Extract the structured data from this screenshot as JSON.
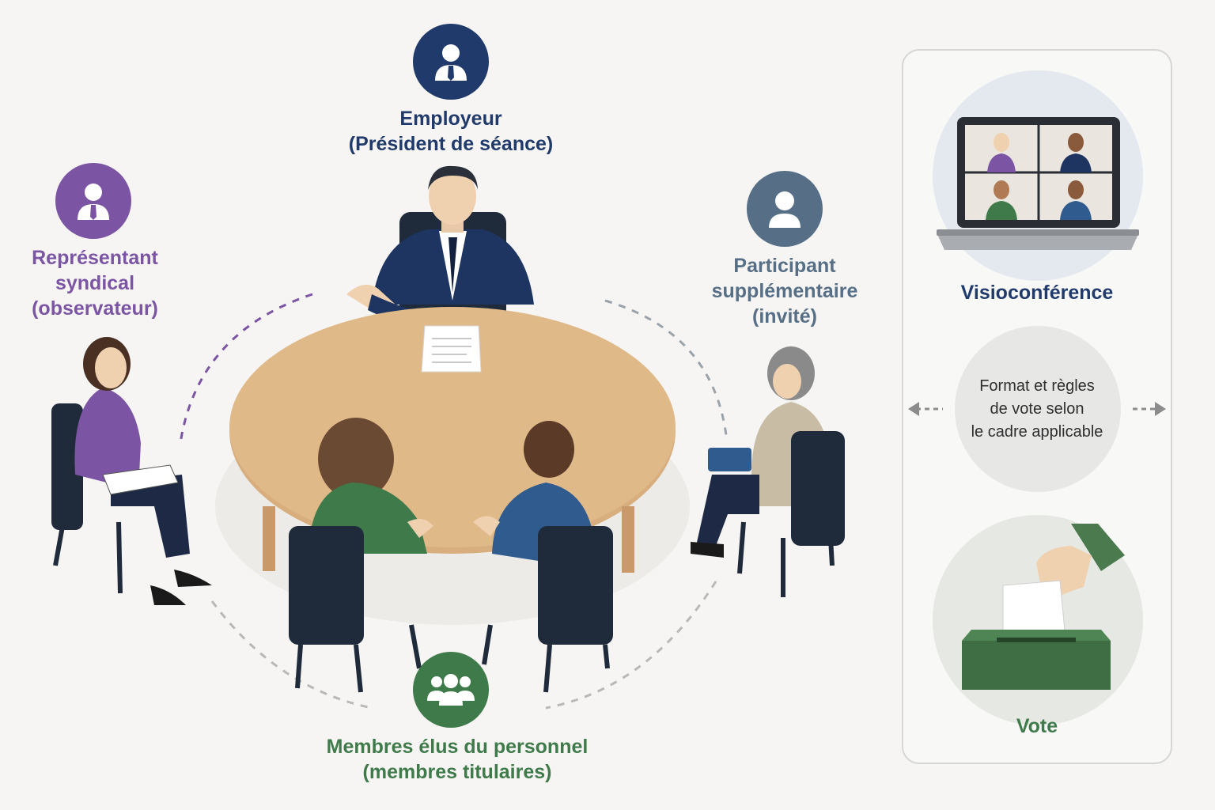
{
  "roles": {
    "employer": {
      "line1": "Employeur",
      "line2": "(Président de séance)",
      "color": "#1f3a6b",
      "icon": "person-tie-icon"
    },
    "union_rep": {
      "line1": "Représentant",
      "line2": "syndical",
      "line3": "(observateur)",
      "color": "#7b55a3",
      "icon": "person-tie-icon"
    },
    "extra_participant": {
      "line1": "Participant",
      "line2": "supplémentaire",
      "line3": "(invité)",
      "color": "#566f86",
      "icon": "person-icon"
    },
    "members": {
      "line1": "Membres élus du personnel",
      "line2": "(membres titulaires)",
      "color": "#3f7a4a",
      "icon": "group-icon"
    }
  },
  "side_panel": {
    "videoconference_label": "Visioconférence",
    "rules_line1": "Format et règles",
    "rules_line2": "de vote selon",
    "rules_line3": "le cadre applicable",
    "vote_label": "Vote",
    "accent_color": "#4b7a4f"
  }
}
